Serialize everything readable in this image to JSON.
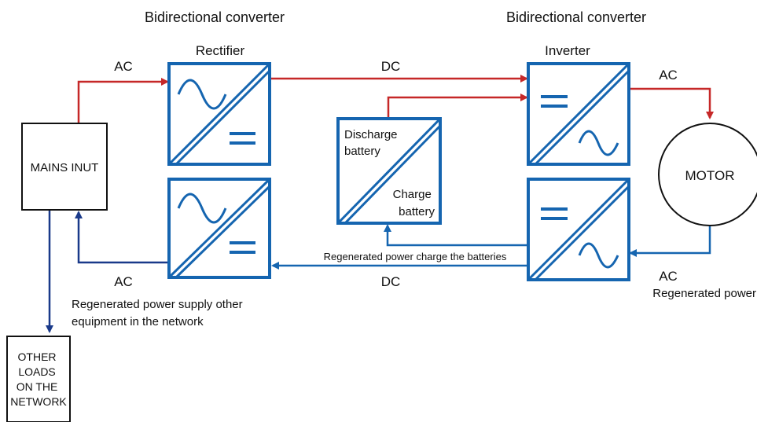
{
  "colors": {
    "red": "#c62828",
    "navy": "#1a3a8a",
    "blue": "#1565b0",
    "box_border": "#111111"
  },
  "headers": {
    "left": "Bidirectional converter",
    "right": "Bidirectional converter"
  },
  "labels": {
    "rectifier": "Rectifier",
    "inverter": "Inverter",
    "ac_top_left": "AC",
    "dc_top": "DC",
    "ac_top_right": "AC",
    "ac_bottom_left": "AC",
    "dc_bottom": "DC",
    "ac_bottom_right": "AC",
    "regen_power": "Regenerated power",
    "regen_charge": "Regenerated power charge the batteries",
    "regen_supply_line1": "Regenerated power supply other",
    "regen_supply_line2": "equipment in the network"
  },
  "nodes": {
    "mains": "MAINS INUT",
    "motor": "MOTOR",
    "other_loads": [
      "OTHER",
      "LOADS",
      "ON THE",
      "NETWORK"
    ],
    "battery_discharge": [
      "Discharge",
      "battery"
    ],
    "battery_charge": [
      "Charge",
      "battery"
    ]
  },
  "icons": [
    "sine-wave-icon",
    "dc-equals-icon"
  ]
}
